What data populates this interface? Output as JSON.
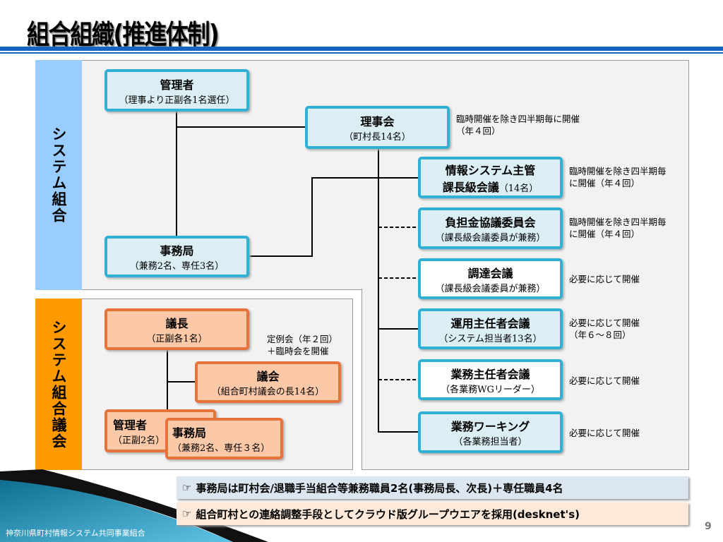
{
  "title": "組合組織(推進体制)",
  "bands": {
    "system": "システム組合",
    "council": "システム組合議会"
  },
  "boxes": {
    "kanrisha": {
      "name": "管理者",
      "sub": "（理事より正副各1名選任）"
    },
    "rijikai": {
      "name": "理事会",
      "sub": "（町村長14名）"
    },
    "joho": {
      "name": "情報システム主管",
      "name2": "課長級会議",
      "sub": "（14名）"
    },
    "futan": {
      "name": "負担金協議委員会",
      "sub": "（課長級会議委員が兼務）"
    },
    "chotatsu": {
      "name": "調達会議",
      "sub": "（課長級会議委員が兼務）"
    },
    "unyo": {
      "name": "運用主任者会議",
      "sub": "（システム担当者13名）"
    },
    "gyomu": {
      "name": "業務主任者会議",
      "sub": "（各業務WGリーダー）"
    },
    "working": {
      "name": "業務ワーキング",
      "sub": "（各業務担当者）"
    },
    "jimukyoku": {
      "name": "事務局",
      "sub": "（兼務2名、専任3名）"
    },
    "gicho": {
      "name": "議長",
      "sub": "（正副各1名）"
    },
    "gikai": {
      "name": "議会",
      "sub": "（組合町村議会の長14名）"
    },
    "kanrisha2": {
      "name": "管理者",
      "sub": "（正副2名）"
    },
    "jimukyoku2": {
      "name": "事務局",
      "sub": "（兼務2名、専任３名）"
    }
  },
  "notes": {
    "rijikai": [
      "臨時開催を除き四半期毎に開催",
      "（年４回）"
    ],
    "joho": [
      "臨時開催を除き四半期毎",
      "に開催（年４回）"
    ],
    "futan": [
      "臨時開催を除き四半期毎",
      "に開催（年４回）"
    ],
    "chotatsu": [
      "必要に応じて開催"
    ],
    "unyo": [
      "必要に応じて開催",
      "（年６～８回）"
    ],
    "gyomu": [
      "必要に応じて開催"
    ],
    "working": [
      "必要に応じて開催"
    ],
    "gicho": [
      "定例会（年２回）",
      "＋臨時会を開催"
    ]
  },
  "banners": [
    "事務局は町村会/退職手当組合等兼務職員2名(事務局長、次長)＋専任職員4名",
    "組合町村との連絡調整手段としてクラウド版グループウエアを採用(desknet's)"
  ],
  "footer": "神奈川県町村情報システム共同事業組合",
  "page_number": "9"
}
